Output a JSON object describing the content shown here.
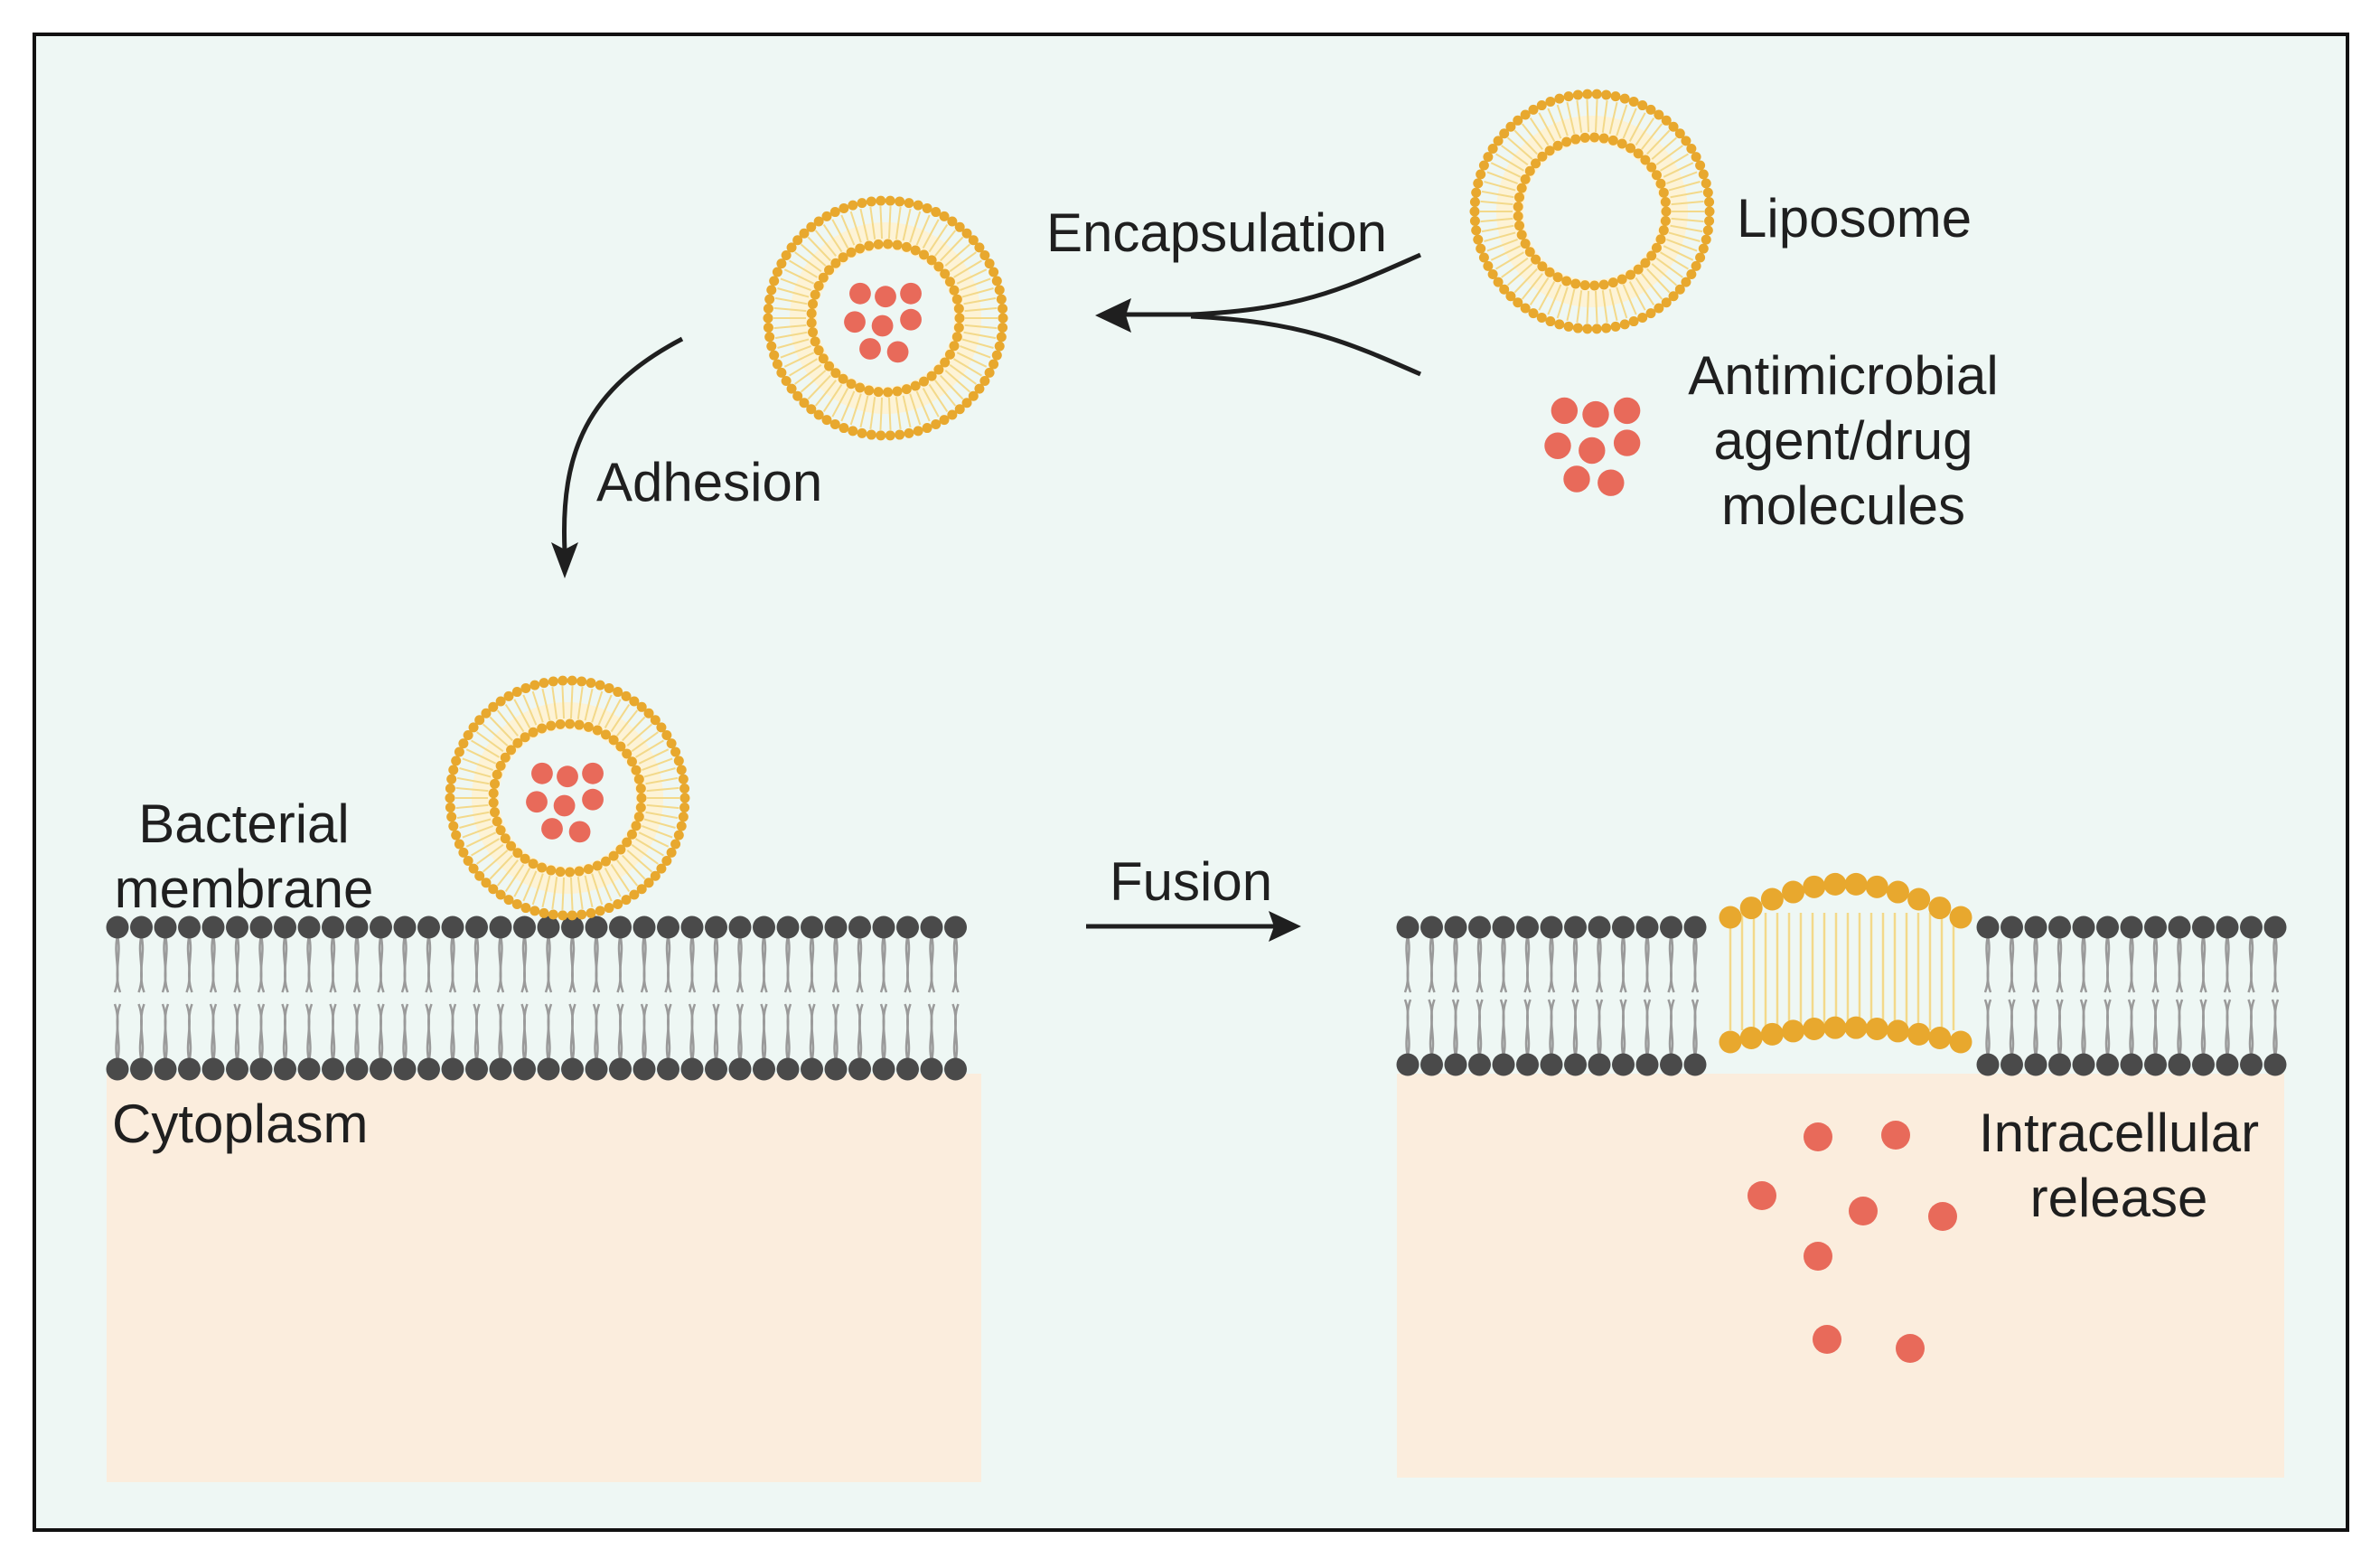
{
  "labels": {
    "encapsulation": "Encapsulation",
    "liposome": "Liposome",
    "antimicrobial_line1": "Antimicrobial",
    "antimicrobial_line2": "agent/drug",
    "antimicrobial_line3": "molecules",
    "adhesion": "Adhesion",
    "bacterial_line1": "Bacterial",
    "bacterial_line2": "membrane",
    "fusion": "Fusion",
    "cytoplasm": "Cytoplasm",
    "intracellular_line1": "Intracellular",
    "intracellular_line2": "release"
  },
  "colors": {
    "panel_background": "#eef7f4",
    "frame": "#111111",
    "lipid_gold": "#e8a82e",
    "lipid_tail": "#f3d98a",
    "membrane_head": "#4a4a4a",
    "membrane_tail": "#9a9a9a",
    "drug": "#e86a5a",
    "cytoplasm": "#fbeddd",
    "arrow": "#1f1f1f"
  }
}
